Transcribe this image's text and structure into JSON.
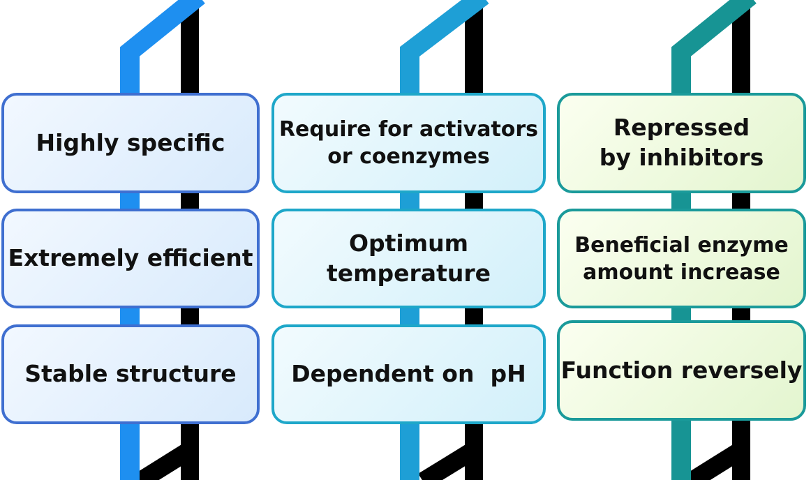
{
  "columns": [
    {
      "accent": "#1e8ff0",
      "cards": [
        {
          "lines": [
            "Highly specific"
          ]
        },
        {
          "lines": [
            "Extremely efficient"
          ]
        },
        {
          "lines": [
            "Stable structure"
          ]
        }
      ]
    },
    {
      "accent": "#1e9fd6",
      "cards": [
        {
          "lines": [
            "Require for activators",
            "or coenzymes"
          ]
        },
        {
          "lines": [
            "Optimum",
            "temperature"
          ]
        },
        {
          "lines": [
            "Dependent on  pH"
          ]
        }
      ]
    },
    {
      "accent": "#179494",
      "cards": [
        {
          "lines": [
            "Repressed",
            "by inhibitors"
          ]
        },
        {
          "lines": [
            "Beneficial enzyme",
            "amount increase"
          ]
        },
        {
          "lines": [
            "Function reversely"
          ]
        }
      ]
    }
  ]
}
